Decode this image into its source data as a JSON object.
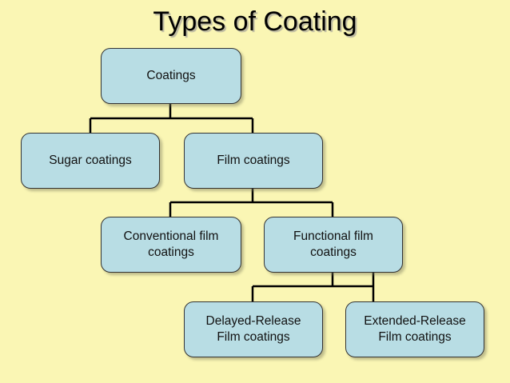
{
  "title": "Types of Coating",
  "nodes": {
    "coatings": "Coatings",
    "sugar": "Sugar coatings",
    "film": "Film coatings",
    "conventional": "Conventional film\ncoatings",
    "functional": "Functional film\ncoatings",
    "delayed": "Delayed-Release\nFilm coatings",
    "extended": "Extended-Release\nFilm coatings"
  },
  "colors": {
    "background": "#faf6b4",
    "node_fill": "#b8dde4",
    "line": "#000000"
  }
}
